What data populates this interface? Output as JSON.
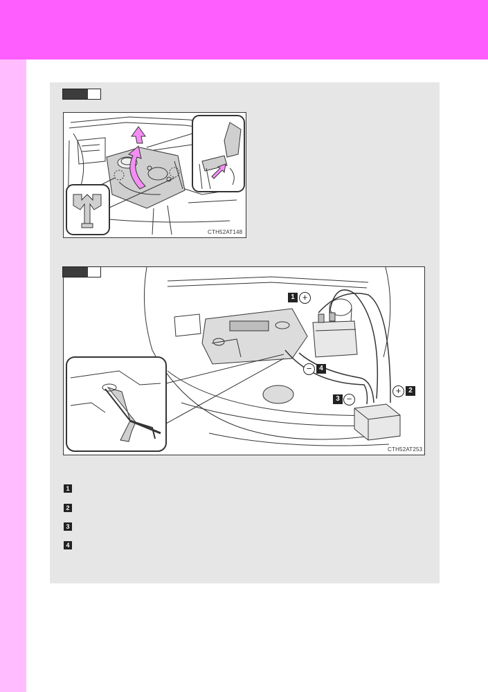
{
  "figures": [
    {
      "step_number": "",
      "code": "CTH52AT148"
    },
    {
      "step_number": "",
      "code": "CTH52AT253",
      "callouts": [
        {
          "label": "1",
          "polarity": "+"
        },
        {
          "label": "2",
          "polarity": "+"
        },
        {
          "label": "3",
          "polarity": "−"
        },
        {
          "label": "4",
          "polarity": "−"
        }
      ]
    }
  ],
  "steps": [
    {
      "label": "1",
      "text": ""
    },
    {
      "label": "2",
      "text": ""
    },
    {
      "label": "3",
      "text": ""
    },
    {
      "label": "4",
      "text": ""
    }
  ],
  "colors": {
    "accent": "#ff5eff",
    "side_tab": "#ffbcff",
    "panel": "#e6e6e6",
    "arrow": "#f48ef4"
  }
}
